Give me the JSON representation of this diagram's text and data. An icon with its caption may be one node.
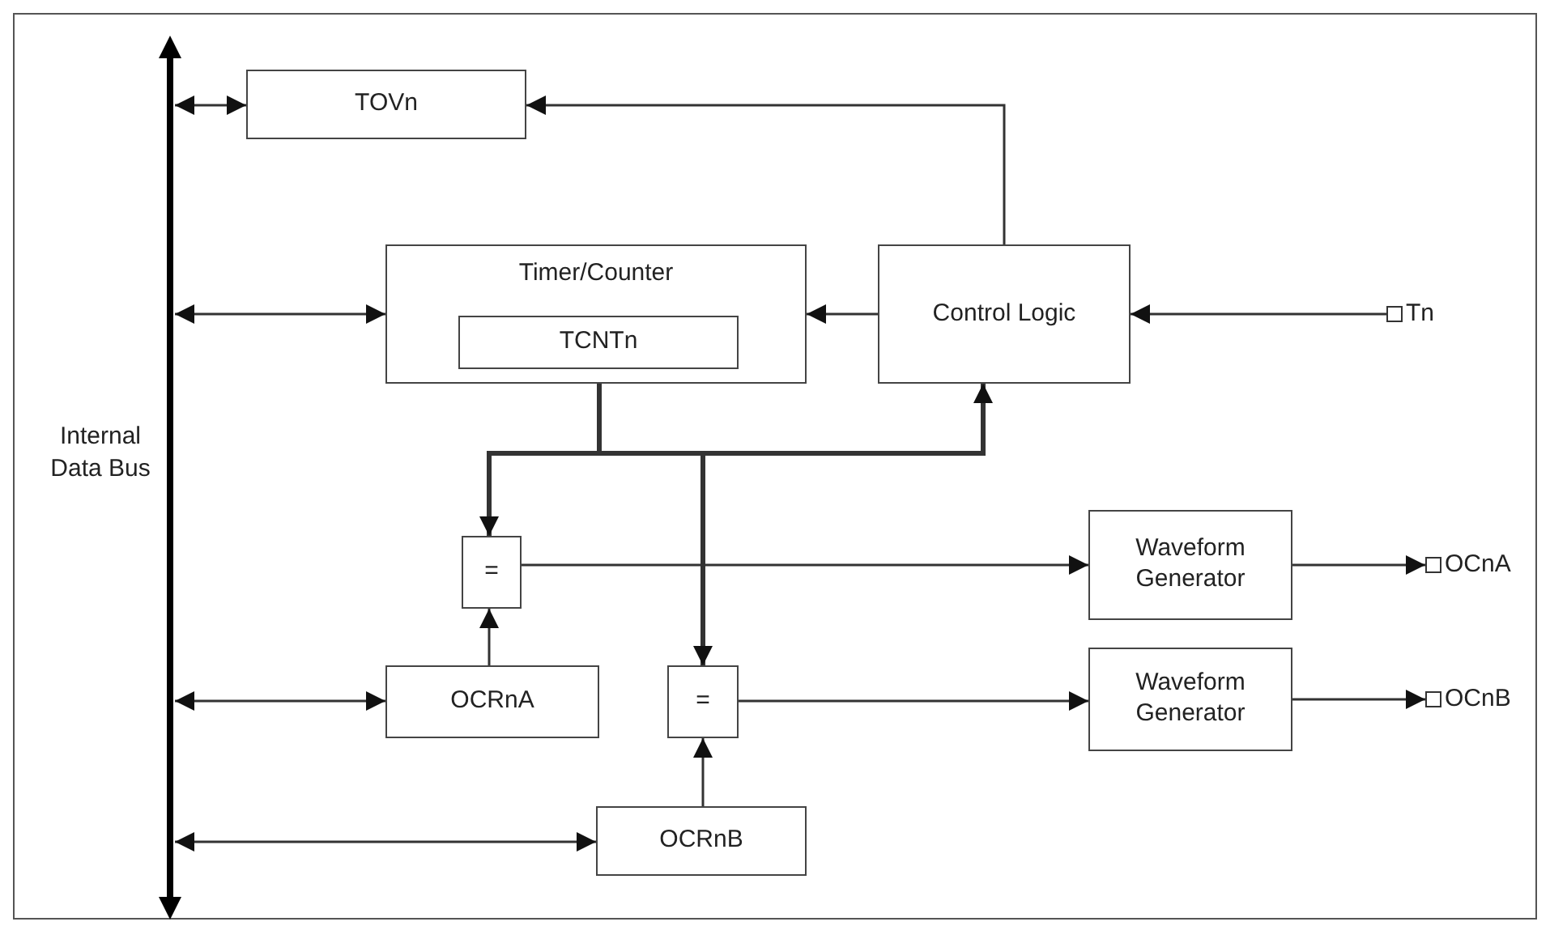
{
  "diagram": {
    "nodes": [
      {
        "text": [],
        "shape": "bar",
        "beside": [
          "Internal Data Bus"
        ]
      },
      {
        "text": [
          "TOVn"
        ]
      },
      {
        "text": [
          "Timer/Counter"
        ]
      },
      {
        "text": [
          "TCNTn"
        ],
        "in": 2
      },
      {
        "text": [
          "Control Logic"
        ]
      },
      {
        "text": [
          "Tn"
        ]
      },
      {
        "text": [
          "="
        ]
      },
      {
        "text": [
          "Waveform Generator"
        ]
      },
      {
        "text": [
          "OCnA"
        ]
      },
      {
        "text": [
          "OCRnA"
        ]
      },
      {
        "text": [
          "="
        ]
      },
      {
        "text": [
          "Waveform Generator"
        ]
      },
      {
        "text": [
          "OCnB"
        ]
      },
      {
        "text": [
          "OCRnB"
        ]
      }
    ],
    "edges": [
      {
        "from": 0,
        "to": 1,
        "arrow": "both"
      },
      {
        "from": 0,
        "to": 2,
        "arrow": "both"
      },
      {
        "from": 4,
        "to": 1,
        "arrow": "to"
      },
      {
        "from": 4,
        "to": 2,
        "arrow": "to"
      },
      {
        "from": 5,
        "to": 4,
        "arrow": "to"
      },
      {
        "from": 2,
        "to": 6,
        "arrow": "to",
        "style": "thick"
      },
      {
        "from": 2,
        "to": 10,
        "arrow": "to",
        "style": "thick"
      },
      {
        "from": 2,
        "to": 4,
        "arrow": "to",
        "style": "thick"
      },
      {
        "from": 6,
        "to": 7,
        "arrow": "to"
      },
      {
        "from": 9,
        "to": 6,
        "arrow": "to"
      },
      {
        "from": 0,
        "to": 9,
        "arrow": "both"
      },
      {
        "from": 10,
        "to": 11,
        "arrow": "to"
      },
      {
        "from": 13,
        "to": 10,
        "arrow": "to"
      },
      {
        "from": 0,
        "to": 13,
        "arrow": "both"
      },
      {
        "from": 7,
        "to": 8,
        "arrow": "to"
      },
      {
        "from": 11,
        "to": 12,
        "arrow": "to"
      }
    ]
  }
}
